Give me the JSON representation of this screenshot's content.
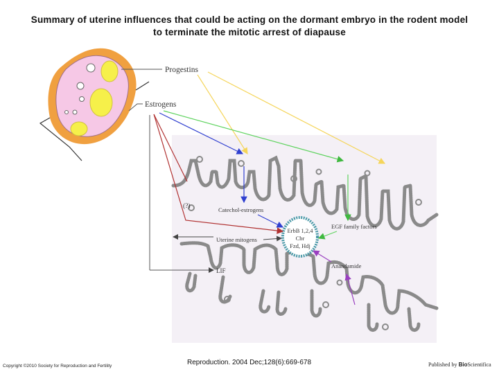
{
  "title_line1": "Summary of uterine influences that could be acting on the dormant embryo in the rodent model",
  "title_line2": "to terminate the mitotic arrest of diapause",
  "labels": {
    "progestins": "Progestins",
    "estrogens": "Estrogens",
    "question": "(?)",
    "catechol": "Catechol-estrogens",
    "egf": "EGF family factors",
    "uterine_mitogens": "Uterine mitogens",
    "lif": "LIF",
    "anandamide": "Anandamide",
    "embryo_line1": "ErbB 1,2,4",
    "embryo_line2": "Cbr",
    "embryo_line3": "Fzd, Hdj"
  },
  "footer": {
    "copyright": "Copyright ©2010 Society for Reproduction and Fertility",
    "citation": "Reproduction. 2004 Dec;128(6):669-678",
    "published_by": "Published by",
    "publisher_bold": "Bio",
    "publisher_rest": "Scientifica"
  },
  "colors": {
    "progestins_arrow": "#f5d55a",
    "estrogens_green": "#5fd35f",
    "estrogens_blue": "#2f3fd0",
    "estrogens_red": "#b03030",
    "anandamide_arrow": "#9a3fc0",
    "ovary_outer": "#f0a040",
    "ovary_inner": "#f6c8e6",
    "follicle": "#f6f04a",
    "uterus_bg": "#f4f0f6"
  }
}
